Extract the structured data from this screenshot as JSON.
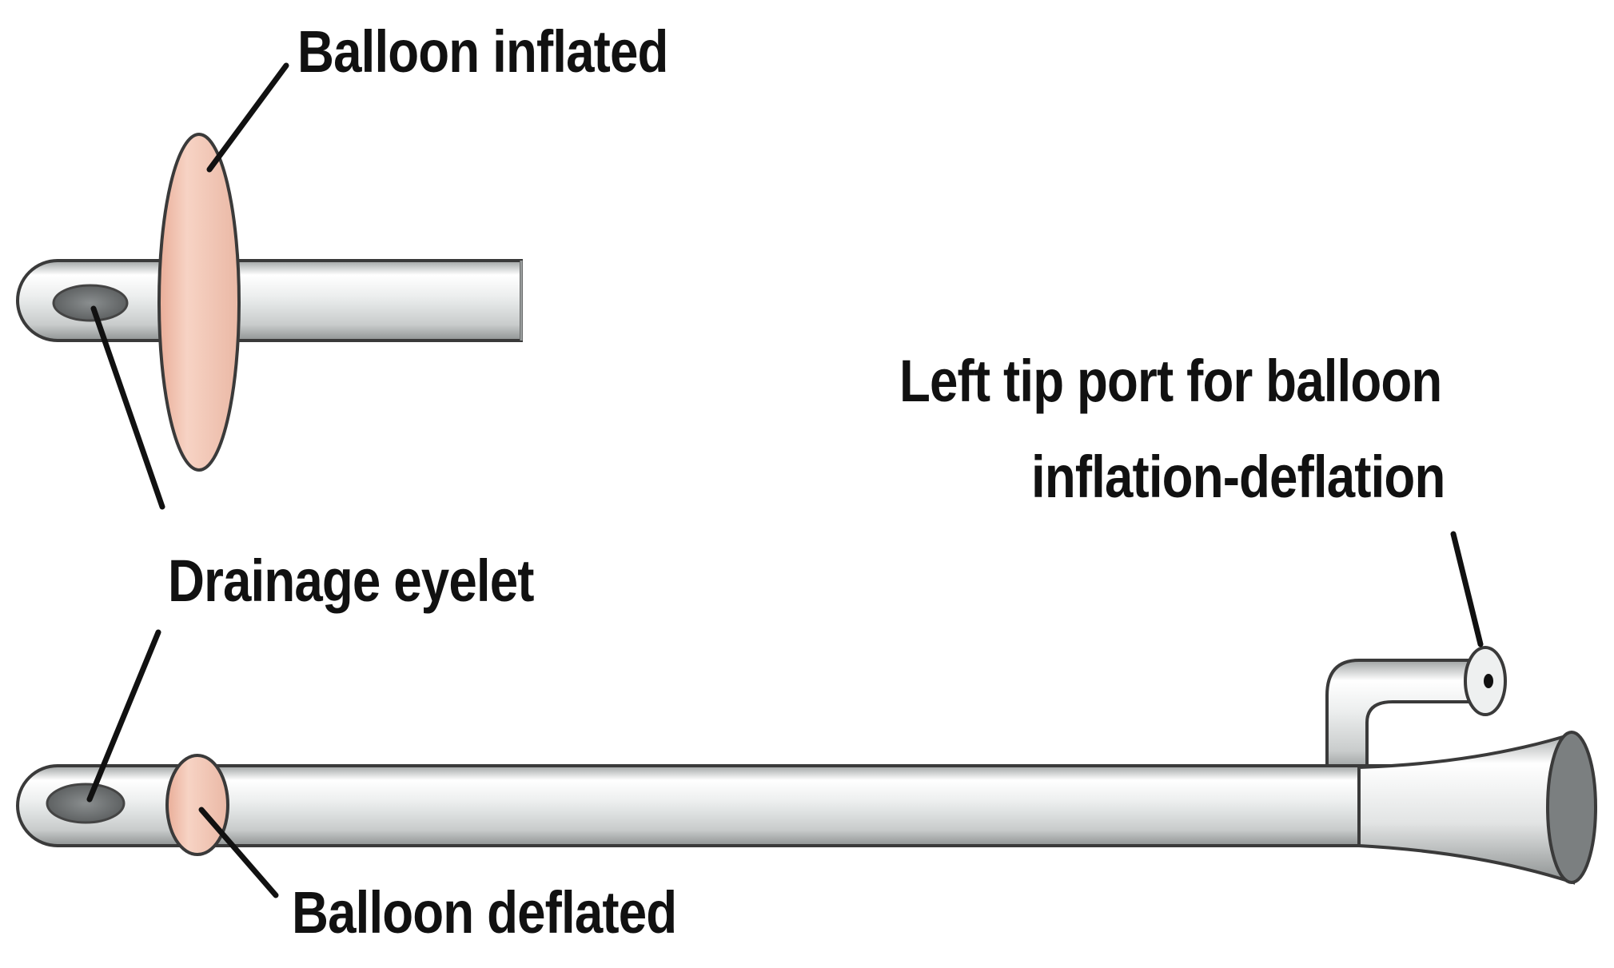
{
  "labels": {
    "balloon_inflated": "Balloon inflated",
    "drainage_eyelet": "Drainage eyelet",
    "balloon_deflated": "Balloon deflated",
    "port_line1": "Left tip port for balloon",
    "port_line2": "inflation-deflation"
  },
  "colors": {
    "tube_fill": "#e4e6e6",
    "tube_highlight": "#ffffff",
    "tube_shadow": "#a9adad",
    "outline": "#3a3a3a",
    "balloon": "#f3c7b5",
    "eyelet": "#6e7273",
    "leader": "#111111"
  }
}
